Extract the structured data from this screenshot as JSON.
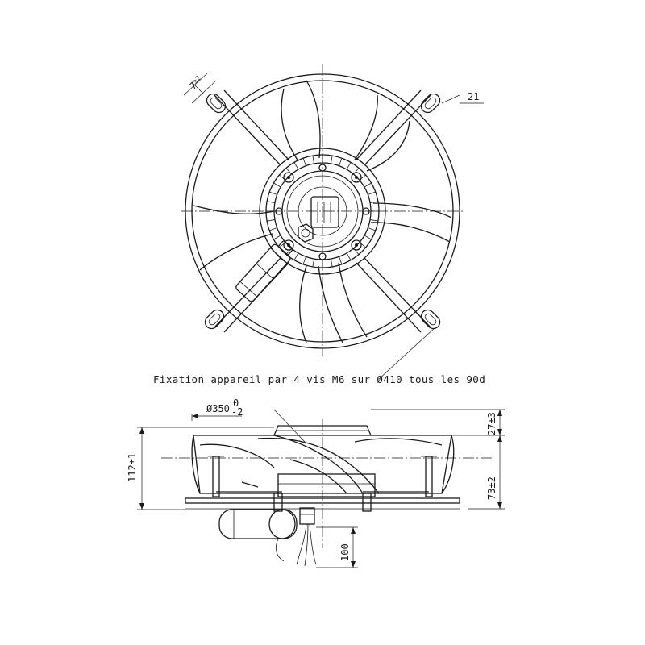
{
  "note": "Fixation appareil par 4 vis M6 sur Ø410 tous les 90d",
  "dimensions": {
    "slot_width": "7",
    "slot_width_tol": "±2",
    "ear_width": "21",
    "diameter": "Ø350",
    "diameter_tol_upper": "0",
    "diameter_tol_lower": "-2",
    "overall_height": "112±1",
    "top_offset": "27±3",
    "bottom_offset": "73±2",
    "cable_length": "100"
  }
}
